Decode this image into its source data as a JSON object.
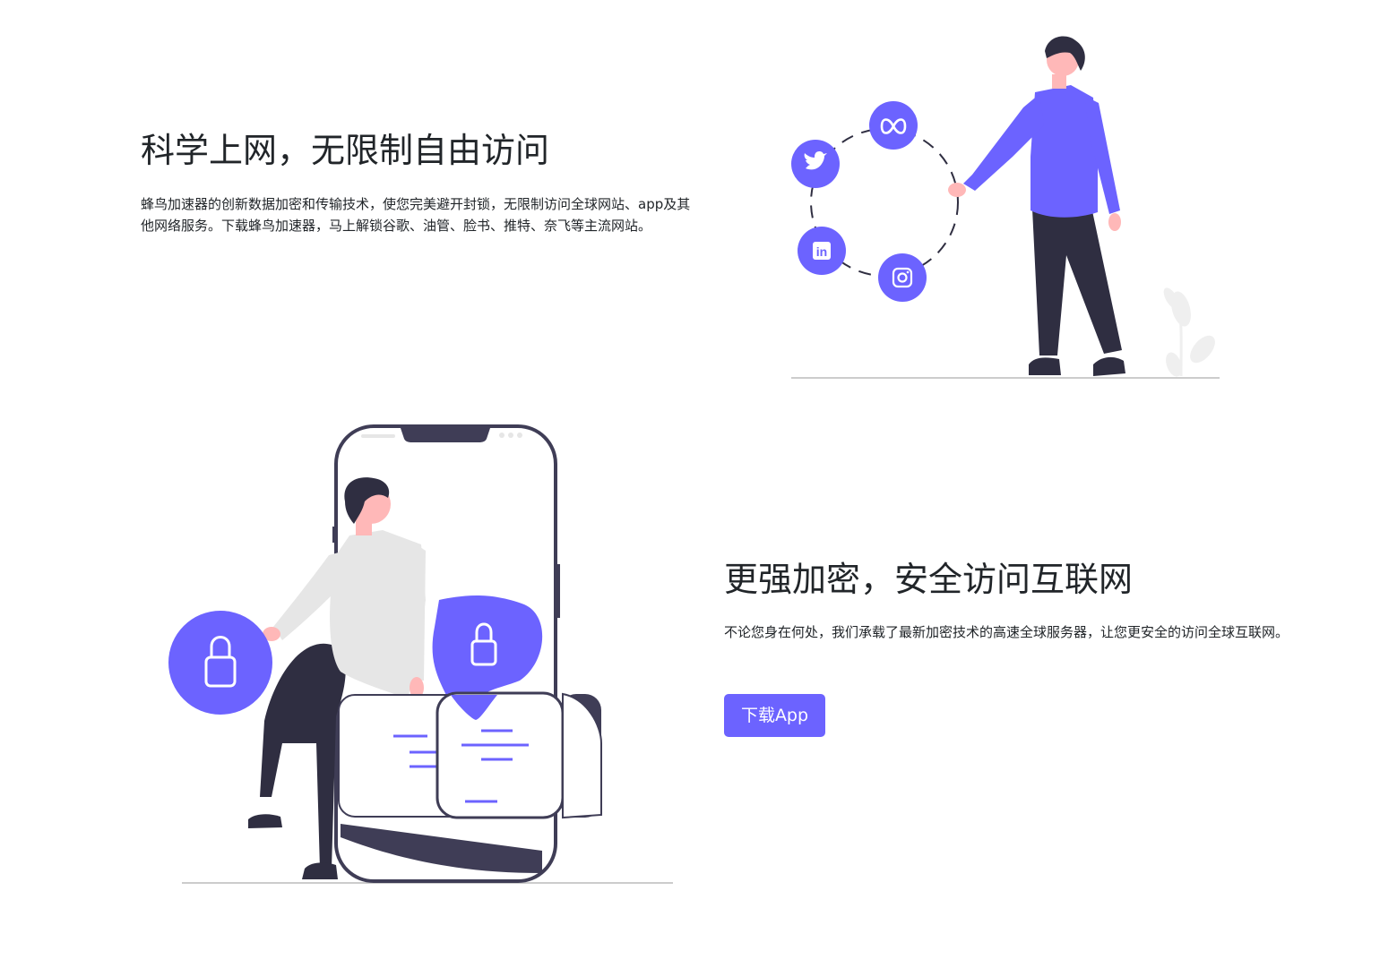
{
  "sections": [
    {
      "title": "科学上网，无限制自由访问",
      "description": "蜂鸟加速器的创新数据加密和传输技术，使您完美避开封锁，无限制访问全球网站、app及其他网络服务。下载蜂鸟加速器，马上解锁谷歌、油管、脸书、推特、奈飞等主流网站。",
      "illustration": {
        "icons": [
          "meta-icon",
          "twitter-icon",
          "linkedin-icon",
          "instagram-icon"
        ]
      }
    },
    {
      "title": "更强加密，安全访问互联网",
      "description": "不论您身在何处，我们承载了最新加密技术的高速全球服务器，让您更安全的访问全球互联网。",
      "button_label": "下载App",
      "illustration": {
        "icons": [
          "lock-icon",
          "lock-icon"
        ]
      }
    }
  ],
  "colors": {
    "accent": "#6c63ff",
    "dark": "#2f2e41",
    "skin": "#ffb8b8",
    "shirt_gray": "#e6e6e6",
    "ground": "#cccccc"
  },
  "social_icons": {
    "linkedin_text": "in"
  }
}
